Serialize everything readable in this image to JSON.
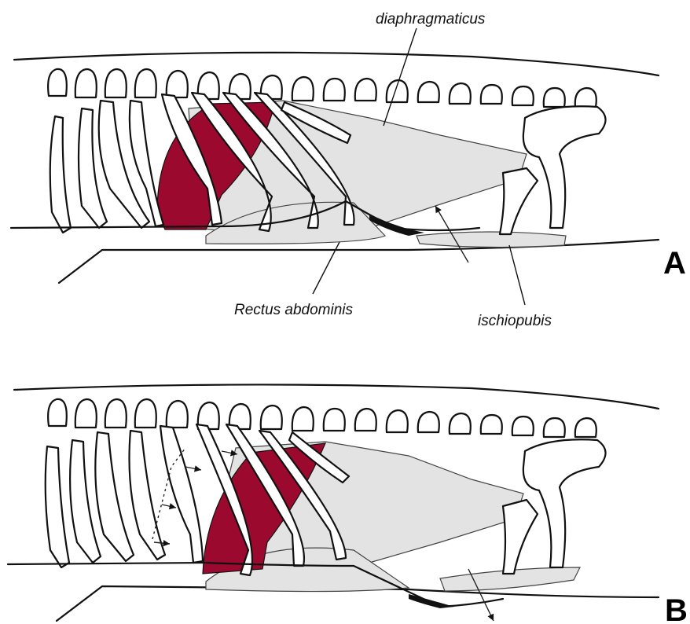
{
  "labels": {
    "diaphragmaticus": "diaphragmaticus",
    "rectus_abdominis": "Rectus abdominis",
    "ischiopubis": "ischiopubis"
  },
  "panels": {
    "a": "A",
    "b": "B"
  },
  "colors": {
    "muscle_red": "#9b0a2e",
    "muscle_grey": "#e3e3e3",
    "outline": "#111111",
    "background": "#ffffff"
  },
  "icons": {
    "arrows": "arrow-icon"
  }
}
